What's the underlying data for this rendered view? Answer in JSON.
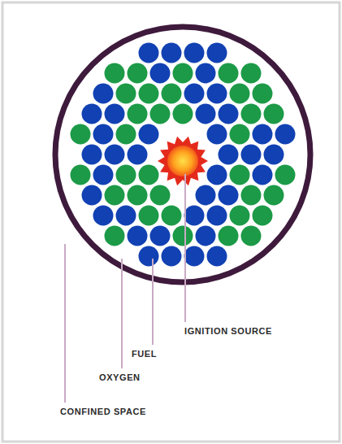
{
  "diagram": {
    "labels": [
      "IGNITION SOURCE",
      "FUEL",
      "OXYGEN",
      "CONFINED SPACE"
    ]
  }
}
